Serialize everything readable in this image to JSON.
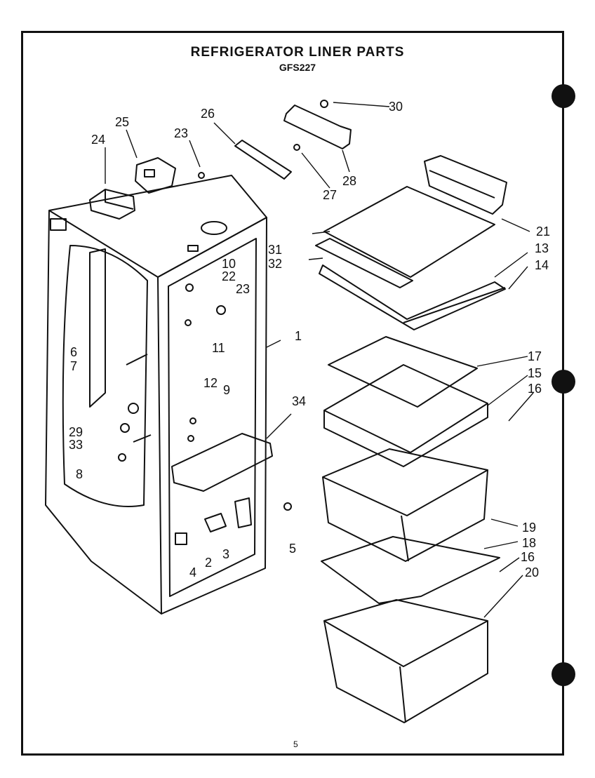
{
  "title": "REFRIGERATOR LINER PARTS",
  "model": "GFS227",
  "page_number": "5",
  "callouts": [
    "1",
    "2",
    "3",
    "4",
    "5",
    "6",
    "7",
    "8",
    "9",
    "10",
    "11",
    "12",
    "13",
    "14",
    "15",
    "16",
    "16",
    "17",
    "18",
    "19",
    "20",
    "21",
    "22",
    "23",
    "23",
    "24",
    "25",
    "26",
    "27",
    "28",
    "29",
    "30",
    "31",
    "32",
    "33",
    "34"
  ]
}
